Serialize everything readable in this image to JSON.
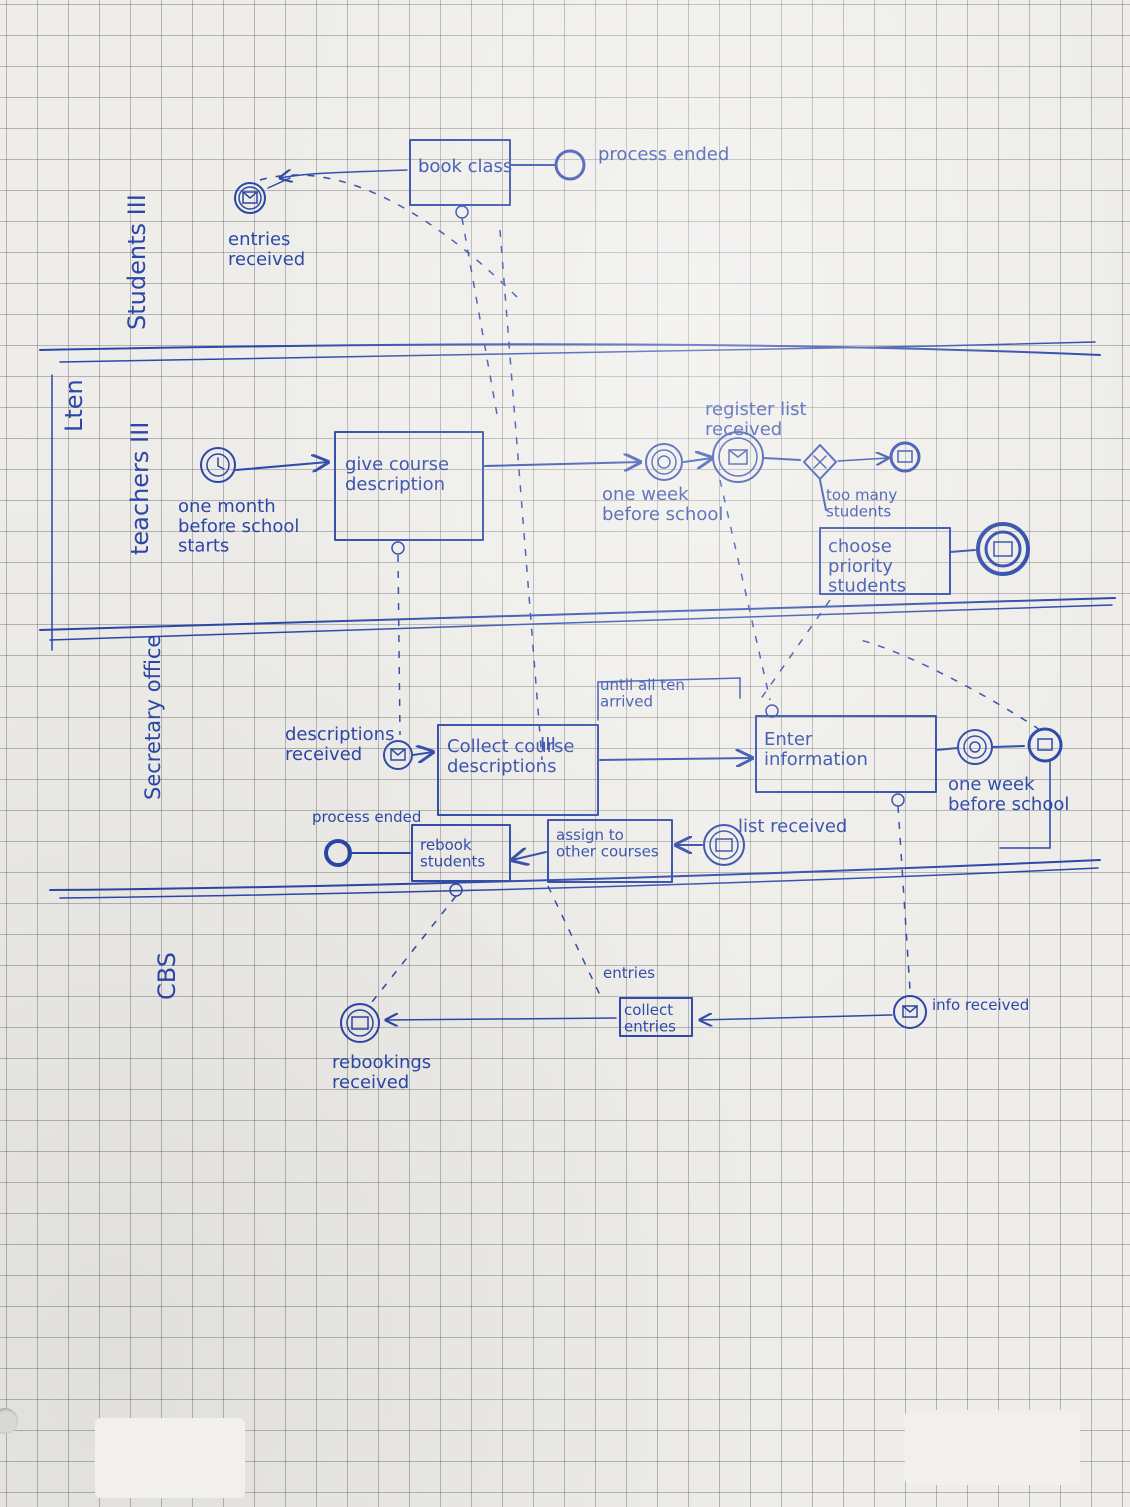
{
  "lanes": {
    "students": "Students III",
    "teachers": "teachers III",
    "teachers_side": "Lten",
    "secretary": "Secretary office",
    "cbs": "CBS"
  },
  "students_lane": {
    "task_book_class": "book class",
    "end_process": "process ended",
    "msg_entries": "entries received"
  },
  "teachers_lane": {
    "start_timer": "one month before school starts",
    "task_give": "give course description",
    "timer_one_week": "one week before school",
    "msg_register": "register list received",
    "gateway_label": "too many students",
    "task_choose": "choose priority students"
  },
  "secretary_lane": {
    "msg_descriptions": "descriptions received",
    "task_collect": "Collect course descriptions",
    "collect_marker": "III",
    "loop_note": "until all ten arrived",
    "task_enter": "Enter information",
    "timer_one_week": "one week before school",
    "end_process": "process ended",
    "task_rebook": "rebook students",
    "task_assign": "assign to other courses",
    "msg_list": "list received"
  },
  "cbs_lane": {
    "msg_rebookings": "rebookings received",
    "task_collect_entries": "collect entries",
    "entries_note": "entries",
    "msg_info": "info received"
  }
}
